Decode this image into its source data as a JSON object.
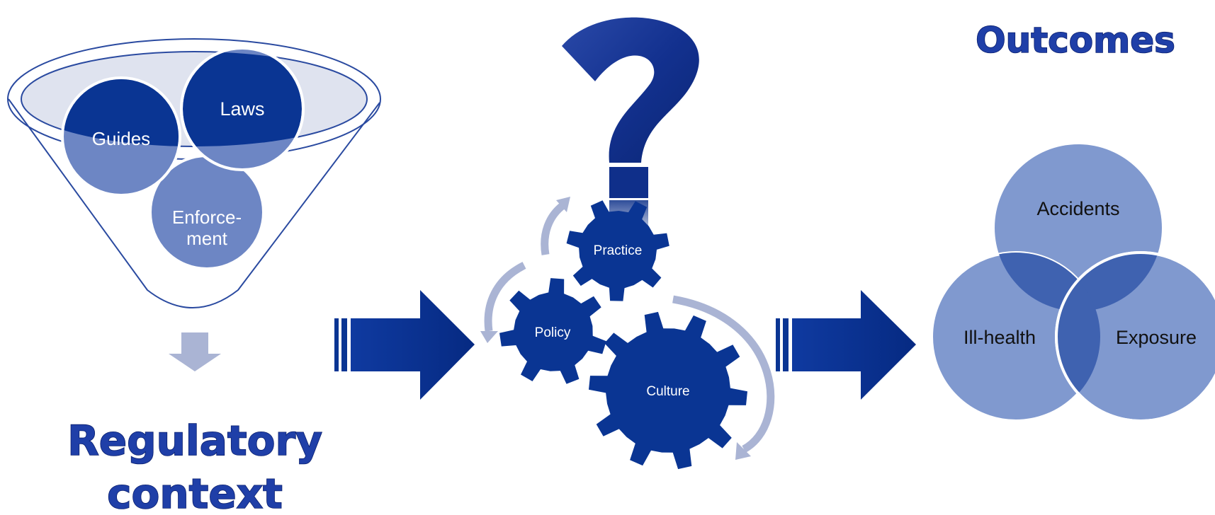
{
  "regulatory": {
    "title_line1": "Regulatory",
    "title_line2": "context",
    "items": {
      "laws": "Laws",
      "guides": "Guides",
      "enforcement_line1": "Enforce-",
      "enforcement_line2": "ment"
    }
  },
  "gears": {
    "practice": "Practice",
    "policy": "Policy",
    "culture": "Culture"
  },
  "outcomes": {
    "title": "Outcomes",
    "items": {
      "accidents": "Accidents",
      "ill_health": "Ill-health",
      "exposure": "Exposure"
    }
  },
  "colors": {
    "navy": "#0a3593",
    "mid_blue": "#6d86c4",
    "venn_blue": "#8099cf",
    "overlap_blue": "#3f62b0",
    "arrow_grey": "#aab4d4",
    "title_blue": "#1f3fa8"
  },
  "icons": [
    "funnel-icon",
    "down-arrow-icon",
    "right-arrow-icon",
    "question-mark-icon",
    "gear-icon",
    "curved-arrow-icon"
  ]
}
